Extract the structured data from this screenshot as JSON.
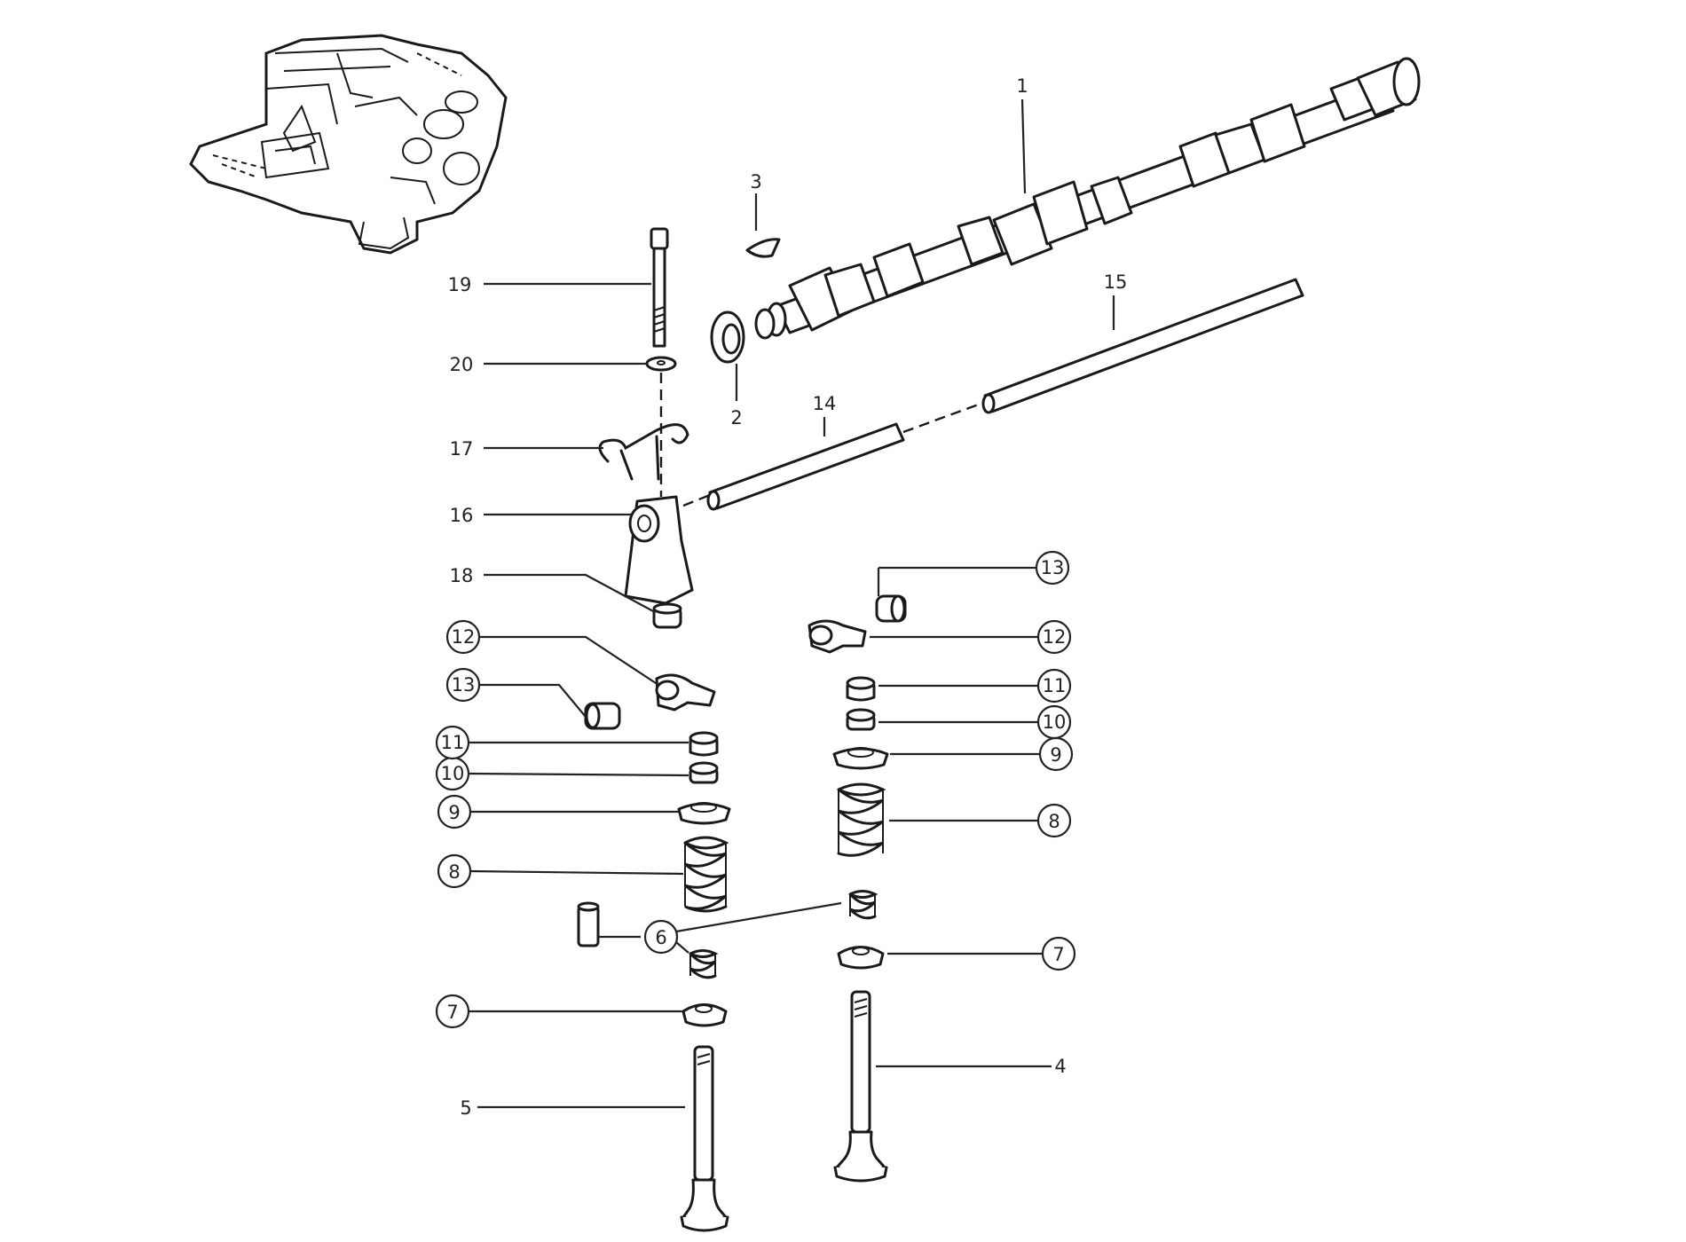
{
  "diagram": {
    "callouts": {
      "c1": "1",
      "c2": "2",
      "c3": "3",
      "c4": "4",
      "c5": "5",
      "c6": "6",
      "c7l": "7",
      "c7r": "7",
      "c8l": "8",
      "c8r": "8",
      "c9l": "9",
      "c9r": "9",
      "c10l": "10",
      "c10r": "10",
      "c11l": "11",
      "c11r": "11",
      "c12l": "12",
      "c12r": "12",
      "c13l": "13",
      "c13r": "13",
      "c14": "14",
      "c15": "15",
      "c16": "16",
      "c17": "17",
      "c18": "18",
      "c19": "19",
      "c20": "20"
    },
    "icons": {
      "engine": "engine-thumbnail-icon"
    }
  }
}
